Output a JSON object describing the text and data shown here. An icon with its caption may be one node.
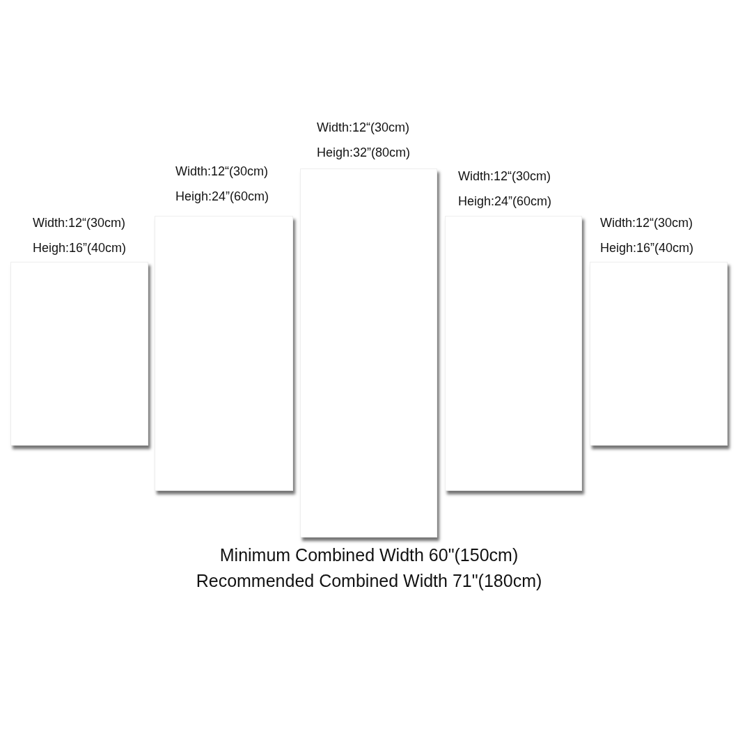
{
  "diagram": {
    "nodes": [
      {
        "text": [],
        "shape": "box",
        "beside": [
          "Width:12“(30cm)",
          "Heigh:16”(40cm)"
        ]
      },
      {
        "text": [],
        "shape": "box",
        "beside": [
          "Width:12“(30cm)",
          "Heigh:24”(60cm)"
        ]
      },
      {
        "text": [],
        "shape": "box",
        "beside": [
          "Width:12“(30cm)",
          "Heigh:32”(80cm)"
        ]
      },
      {
        "text": [],
        "shape": "box",
        "beside": [
          "Width:12“(30cm)",
          "Heigh:24”(60cm)"
        ]
      },
      {
        "text": [],
        "shape": "box",
        "beside": [
          "Width:12“(30cm)",
          "Heigh:16”(40cm)"
        ]
      }
    ],
    "labels": [
      "Minimum Combined Width 60\"(150cm)",
      "Recommended Combined Width 71\"(180cm)"
    ]
  }
}
